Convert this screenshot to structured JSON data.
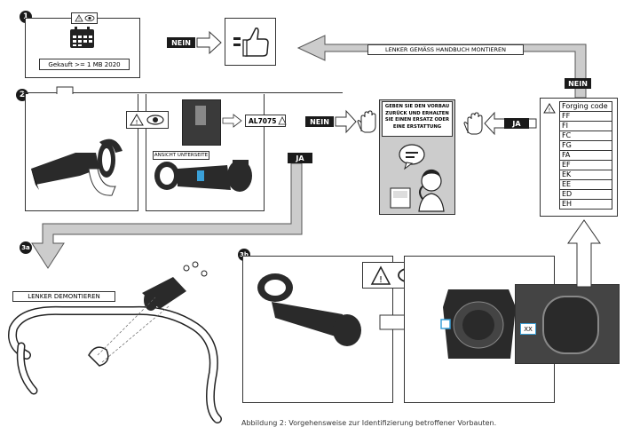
{
  "steps": {
    "s1": "1",
    "s2": "2",
    "s3a": "3a",
    "s3b": "3b"
  },
  "step1": {
    "bought_text": "Gekauft >= 1 MB 2020"
  },
  "labels": {
    "nein": "NEIN",
    "ja": "JA",
    "al7075": "AL7075",
    "ansicht_unterseite": "ANSICHT UNTERSEITE",
    "lenker_montieren": "LENKER GEMÄSS HANDBUCH MONTIEREN",
    "lenker_demontieren": "LENKER DEMONTIEREN",
    "return_text": "GEBEN SIE DEN VORBAU ZURÜCK UND ERHALTEN SIE EINEN ERSATZ ODER EINE ERSTATTUNG",
    "xx": "XX"
  },
  "forging": {
    "header": "Forging code",
    "codes": [
      "FF",
      "FI",
      "FC",
      "FG",
      "FA",
      "EF",
      "EK",
      "EE",
      "ED",
      "EH"
    ]
  },
  "caption": "Abbildung 2: Vorgehensweise zur Identifizierung betroffener Vorbauten."
}
